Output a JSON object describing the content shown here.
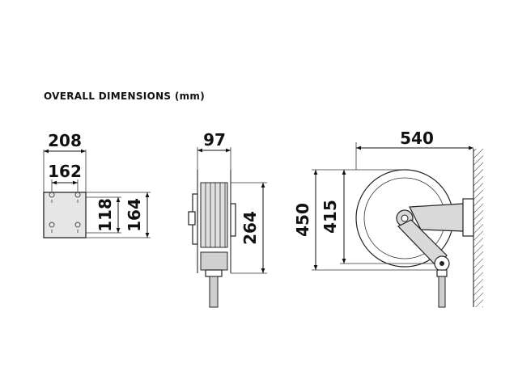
{
  "title": "OVERALL DIMENSIONS (mm)",
  "dimensions": {
    "bracket_width": "208",
    "bracket_hole_spacing": "162",
    "bracket_hole_height": "118",
    "bracket_height": "164",
    "side_width": "97",
    "side_height": "264",
    "front_height_overall": "450",
    "front_height_reel": "415",
    "front_depth": "540"
  },
  "colors": {
    "ink": "#111111",
    "fill_grey": "#d9d9d9"
  }
}
